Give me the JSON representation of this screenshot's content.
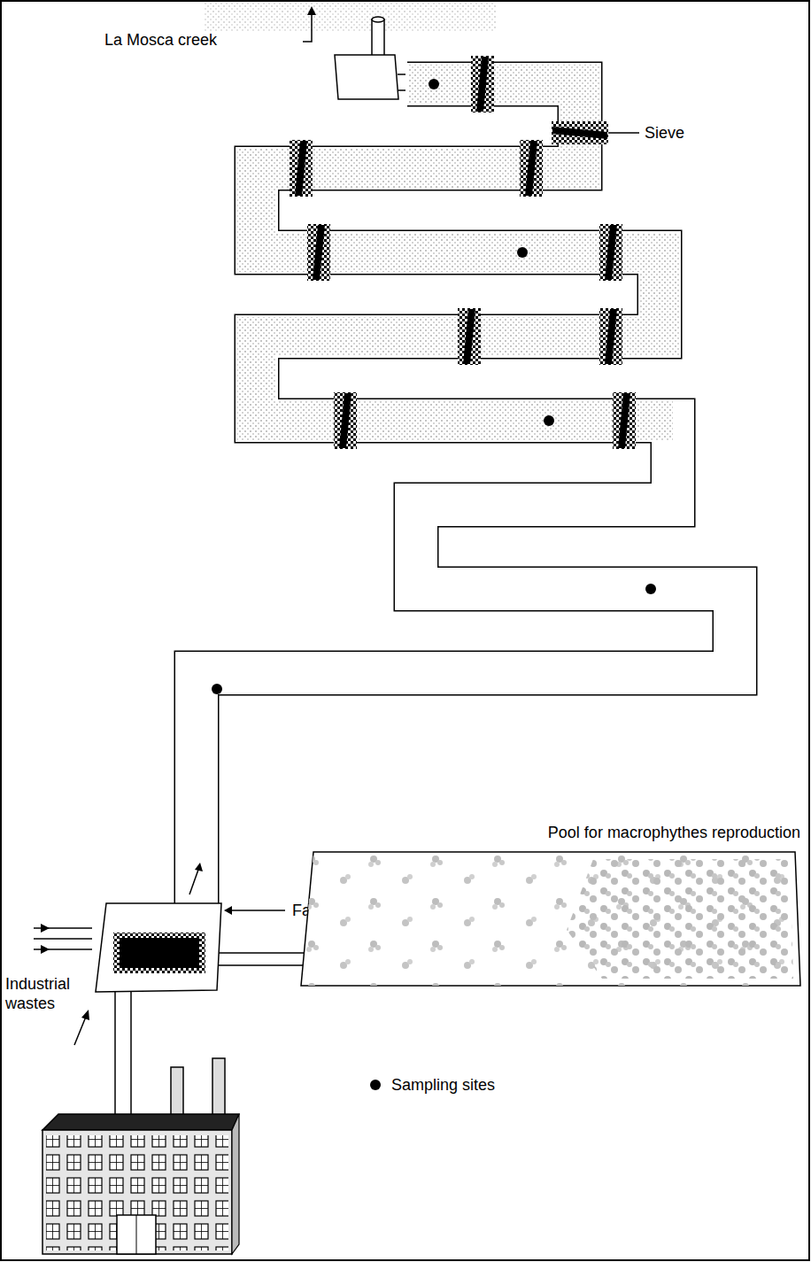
{
  "diagram": {
    "nodes": [
      {
        "text": [
          "Fat trap"
        ]
      },
      {
        "text": [
          "Pool for macrophythes reproduction"
        ]
      }
    ],
    "edges": [
      {
        "from": 0,
        "to": 1,
        "arrow": "none"
      }
    ],
    "labels": [
      "La Mosca creek",
      "Sieve",
      "Industrial wastes"
    ],
    "legend": [
      {
        "text": "Sampling sites"
      }
    ]
  }
}
